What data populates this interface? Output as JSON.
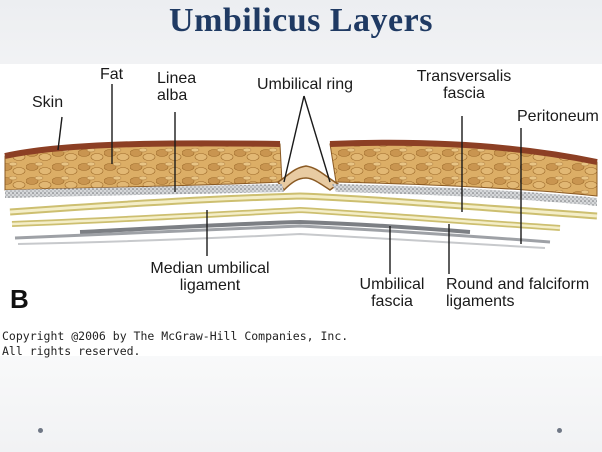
{
  "slide": {
    "title": "Umbilicus Layers"
  },
  "figure": {
    "letter": "B",
    "labels": {
      "skin": "Skin",
      "fat": "Fat",
      "linea_alba": "Linea\nalba",
      "umbilical_ring": "Umbilical ring",
      "transversalis_fascia": "Transversalis\nfascia",
      "peritoneum": "Peritoneum",
      "median_umbilical_ligament": "Median umbilical\nligament",
      "umbilical_fascia": "Umbilical\nfascia",
      "round_falciform": "Round and falciform\nligaments"
    },
    "copyright_line1": "Copyright @2006 by The McGraw-Hill Companies, Inc.",
    "copyright_line2": "All rights reserved."
  },
  "colors": {
    "title": "#1f3a63",
    "skin": "#9b4a2a",
    "fat": "#d9a95e",
    "fat_dark": "#b07a36",
    "fascia": "#e8e0a6",
    "gray_band": "#8e9094"
  }
}
